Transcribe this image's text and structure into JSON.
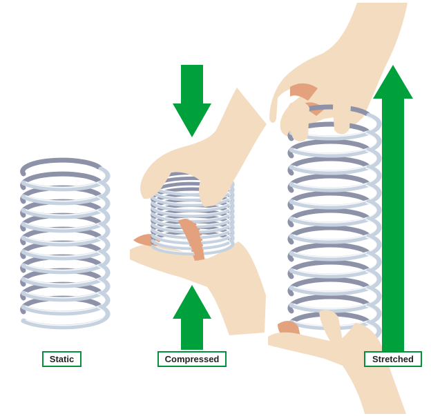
{
  "labels": {
    "static": "Static",
    "compressed": "Compressed",
    "stretched": "Stretched"
  },
  "springs": {
    "static": {
      "state": "static",
      "coils": 11
    },
    "compressed": {
      "state": "compressed",
      "coils": 12
    },
    "stretched": {
      "state": "stretched",
      "coils": 13
    }
  },
  "arrows": {
    "compressed_top": {
      "direction": "down"
    },
    "compressed_bottom": {
      "direction": "up"
    },
    "stretched": {
      "direction": "up"
    }
  },
  "colors": {
    "arrow": "#00a03c",
    "label_border": "#00913a",
    "spring_front": "#c6d2e0",
    "spring_back": "#8d92a8",
    "spring_highlight": "#ffffff",
    "skin": "#f3dcc0",
    "skin_shadow": "#e3a27d"
  }
}
